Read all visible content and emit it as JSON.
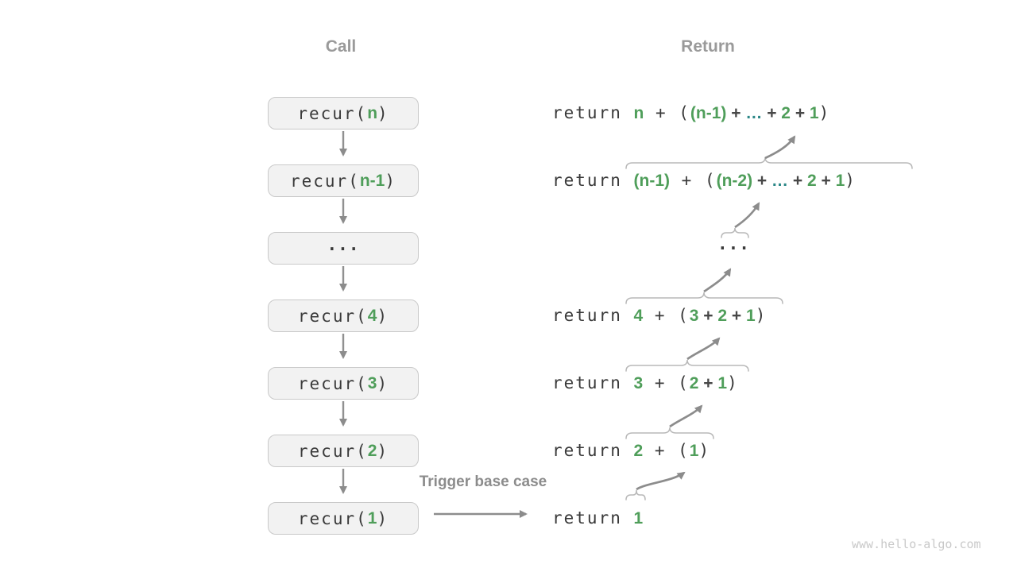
{
  "headers": {
    "call": "Call",
    "return_label": "Return"
  },
  "trigger_label": "Trigger base case",
  "watermark": "www.hello-algo.com",
  "colors": {
    "value_green": "#4f9e5a",
    "ellipsis_teal": "#2b8787",
    "code_text": "#3a3a3a",
    "arrow_gray": "#8c8c8c",
    "brace_gray": "#b8b8b8",
    "box_fill": "#f2f2f2",
    "box_border": "#c9c9c9",
    "header_gray": "#9a9a9a"
  },
  "call_stack": [
    {
      "name": "call-box-recur-n",
      "segments": [
        {
          "t": "recur(",
          "s": "code"
        },
        {
          "t": "n",
          "s": "val"
        },
        {
          "t": ")",
          "s": "code"
        }
      ]
    },
    {
      "name": "call-box-recur-n-1",
      "segments": [
        {
          "t": "recur(",
          "s": "code"
        },
        {
          "t": "n-1",
          "s": "val"
        },
        {
          "t": ")",
          "s": "code"
        }
      ]
    },
    {
      "name": "call-box-ellipsis",
      "segments": [
        {
          "t": "...",
          "s": "dots"
        }
      ]
    },
    {
      "name": "call-box-recur-4",
      "segments": [
        {
          "t": "recur(",
          "s": "code"
        },
        {
          "t": "4",
          "s": "val"
        },
        {
          "t": ")",
          "s": "code"
        }
      ]
    },
    {
      "name": "call-box-recur-3",
      "segments": [
        {
          "t": "recur(",
          "s": "code"
        },
        {
          "t": "3",
          "s": "val"
        },
        {
          "t": ")",
          "s": "code"
        }
      ]
    },
    {
      "name": "call-box-recur-2",
      "segments": [
        {
          "t": "recur(",
          "s": "code"
        },
        {
          "t": "2",
          "s": "val"
        },
        {
          "t": ")",
          "s": "code"
        }
      ]
    },
    {
      "name": "call-box-recur-1",
      "segments": [
        {
          "t": "recur(",
          "s": "code"
        },
        {
          "t": "1",
          "s": "val"
        },
        {
          "t": ")",
          "s": "code"
        }
      ]
    }
  ],
  "return_rows": [
    {
      "name": "return-row-n",
      "segments": [
        {
          "t": "return ",
          "s": "code"
        },
        {
          "t": "n",
          "s": "val"
        },
        {
          "t": " + (",
          "s": "code"
        },
        {
          "t": "(n-1)",
          "s": "val"
        },
        {
          "t": " + ",
          "s": "op"
        },
        {
          "t": "…",
          "s": "ell"
        },
        {
          "t": " + ",
          "s": "op"
        },
        {
          "t": "2",
          "s": "val"
        },
        {
          "t": " + ",
          "s": "op"
        },
        {
          "t": "1",
          "s": "val"
        },
        {
          "t": ")",
          "s": "code"
        }
      ]
    },
    {
      "name": "return-row-n-1",
      "segments": [
        {
          "t": "return ",
          "s": "code"
        },
        {
          "t": "(n-1)",
          "s": "val"
        },
        {
          "t": " + (",
          "s": "code"
        },
        {
          "t": "(n-2)",
          "s": "val"
        },
        {
          "t": " + ",
          "s": "op"
        },
        {
          "t": "…",
          "s": "ell"
        },
        {
          "t": " + ",
          "s": "op"
        },
        {
          "t": "2",
          "s": "val"
        },
        {
          "t": " + ",
          "s": "op"
        },
        {
          "t": "1",
          "s": "val"
        },
        {
          "t": ")",
          "s": "code"
        }
      ]
    },
    {
      "name": "return-row-ellipsis",
      "variant": "dots",
      "segments": [
        {
          "t": "...",
          "s": "dots"
        }
      ]
    },
    {
      "name": "return-row-4",
      "segments": [
        {
          "t": "return ",
          "s": "code"
        },
        {
          "t": "4",
          "s": "val"
        },
        {
          "t": " + (",
          "s": "code"
        },
        {
          "t": "3",
          "s": "val"
        },
        {
          "t": " + ",
          "s": "op"
        },
        {
          "t": "2",
          "s": "val"
        },
        {
          "t": " + ",
          "s": "op"
        },
        {
          "t": "1",
          "s": "val"
        },
        {
          "t": ")",
          "s": "code"
        }
      ]
    },
    {
      "name": "return-row-3",
      "segments": [
        {
          "t": "return ",
          "s": "code"
        },
        {
          "t": "3",
          "s": "val"
        },
        {
          "t": " + (",
          "s": "code"
        },
        {
          "t": "2",
          "s": "val"
        },
        {
          "t": " + ",
          "s": "op"
        },
        {
          "t": "1",
          "s": "val"
        },
        {
          "t": ")",
          "s": "code"
        }
      ]
    },
    {
      "name": "return-row-2",
      "segments": [
        {
          "t": "return ",
          "s": "code"
        },
        {
          "t": "2",
          "s": "val"
        },
        {
          "t": " + (",
          "s": "code"
        },
        {
          "t": "1",
          "s": "val"
        },
        {
          "t": ")",
          "s": "code"
        }
      ]
    },
    {
      "name": "return-row-1",
      "segments": [
        {
          "t": "return ",
          "s": "code"
        },
        {
          "t": "1",
          "s": "val"
        }
      ]
    }
  ]
}
